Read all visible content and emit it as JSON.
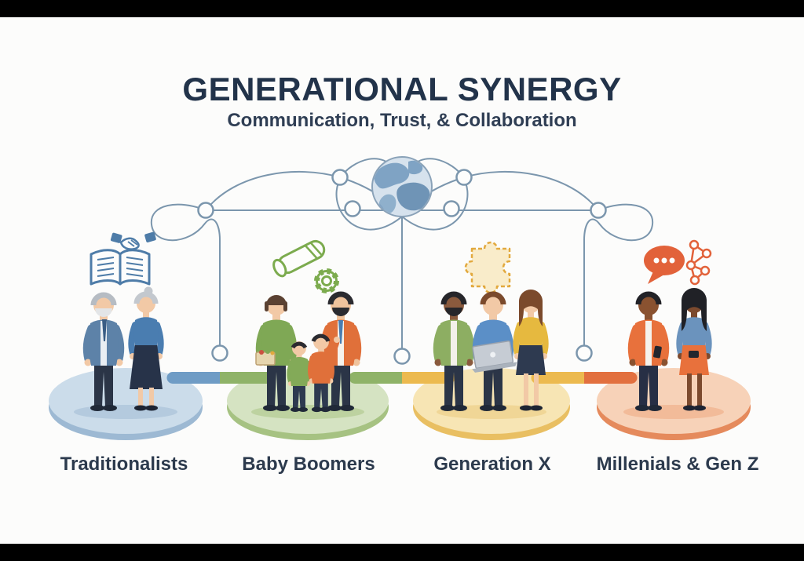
{
  "frame": {
    "letterbox_color": "#000000",
    "canvas_color": "#fcfcfb"
  },
  "header": {
    "title": "GENERATIONAL SYNERGY",
    "subtitle": "Communication, Trust, & Collaboration"
  },
  "diagram": {
    "center_icon": "globe-network",
    "connector_color": "#7b96ad",
    "connector_style": "looping curved lines with circular nodes descending to platform junctions"
  },
  "groups": [
    {
      "label": "Traditionalists",
      "icon": "book-handshake",
      "platform_color": "#9db9d3",
      "accent": "#4e7ca8",
      "depicts": "elderly man and woman standing arm in arm"
    },
    {
      "label": "Baby Boomers",
      "icon": "scroll-gear",
      "platform_color": "#a6c282",
      "accent": "#7cab4e",
      "depicts": "family with two adults and two children"
    },
    {
      "label": "Generation X",
      "icon": "puzzle-piece",
      "platform_color": "#e9bf62",
      "accent": "#e2a93e",
      "depicts": "three colleagues looking at a laptop"
    },
    {
      "label": "Millenials & Gen Z",
      "icon": "chat-network",
      "platform_color": "#e58a5c",
      "accent": "#e2623a",
      "depicts": "young man and woman using smartphones"
    }
  ]
}
